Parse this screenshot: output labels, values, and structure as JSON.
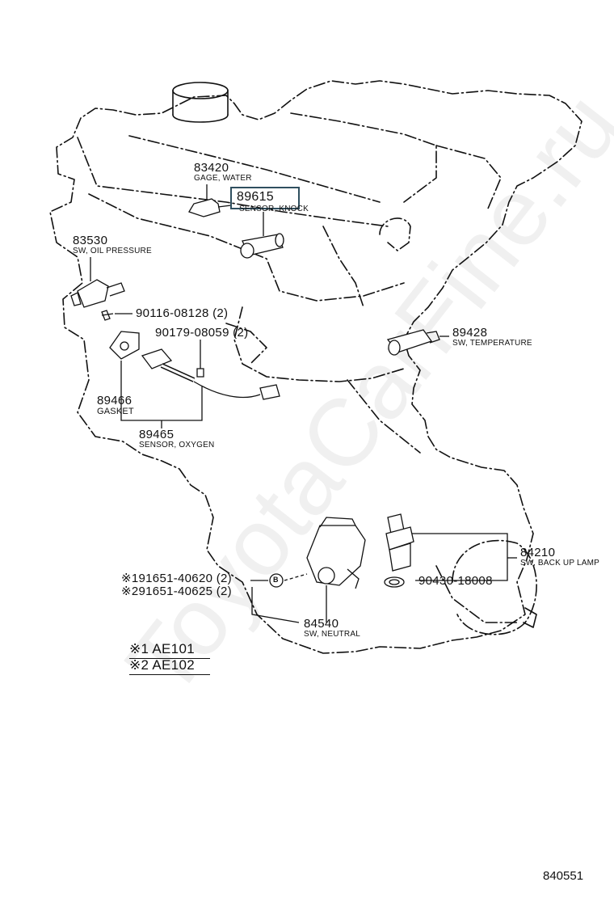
{
  "watermark": "ToyotaCarFine.ru",
  "drawing_number": "840551",
  "parts": [
    {
      "number": "83420",
      "name": "GAGE, WATER"
    },
    {
      "number": "89615",
      "name": "SENSOR, KNOCK",
      "highlighted": true
    },
    {
      "number": "83530",
      "name": "SW, OIL PRESSURE"
    },
    {
      "number": "90116-08128 (2)",
      "name": ""
    },
    {
      "number": "90179-08059 (2)",
      "name": ""
    },
    {
      "number": "89428",
      "name": "SW, TEMPERATURE"
    },
    {
      "number": "89466",
      "name": "GASKET"
    },
    {
      "number": "89465",
      "name": "SENSOR, OXYGEN"
    },
    {
      "number": "84210",
      "name": "SW, BACK UP LAMP"
    },
    {
      "number": "90430-18008",
      "name": ""
    },
    {
      "number": "84540",
      "name": "SW, NEUTRAL"
    }
  ],
  "variant_parts": [
    {
      "mark": "※1",
      "number": "91651-40620 (2)"
    },
    {
      "mark": "※2",
      "number": "91651-40625 (2)"
    }
  ],
  "callout_mark": "B",
  "legend": [
    {
      "mark": "※1",
      "model": "AE101"
    },
    {
      "mark": "※2",
      "model": "AE102"
    }
  ],
  "colors": {
    "highlight": "#2f4f5f",
    "line": "#111111"
  }
}
